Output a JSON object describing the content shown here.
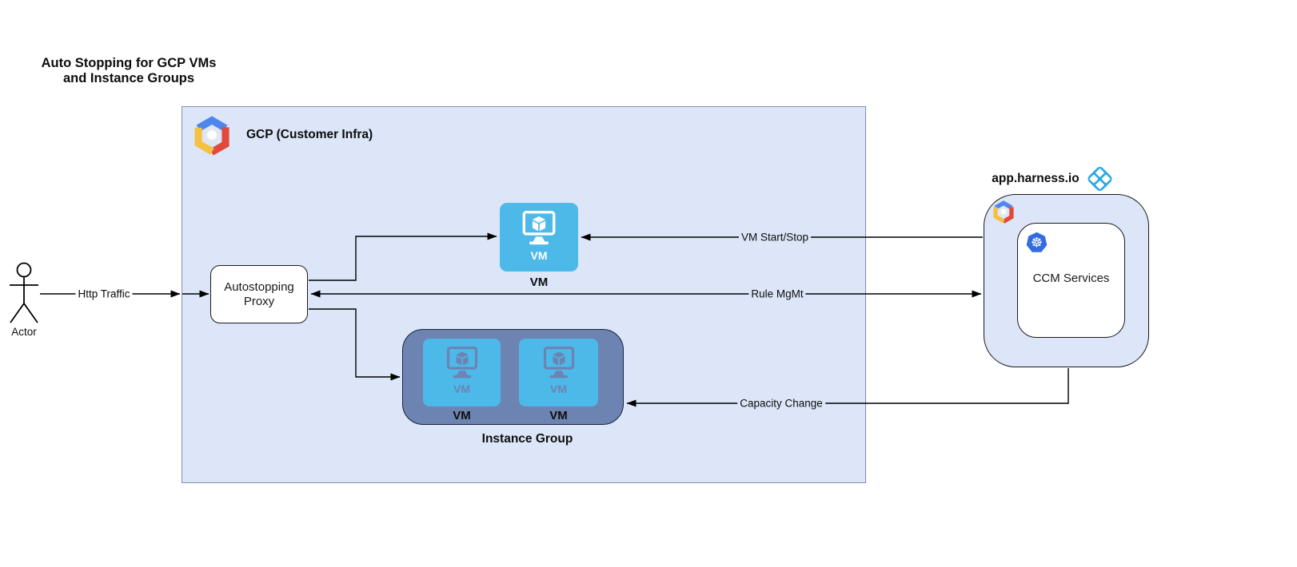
{
  "diagram_title": {
    "line1": "Auto Stopping for GCP VMs",
    "line2": "and Instance Groups"
  },
  "actor": {
    "caption": "Actor"
  },
  "gcp_container": {
    "label": "GCP (Customer Infra)"
  },
  "autostopping_proxy": {
    "line1": "Autostopping",
    "line2": "Proxy"
  },
  "vm_node": {
    "icon_text": "VM",
    "caption": "VM"
  },
  "instance_group": {
    "caption": "Instance Group",
    "members": [
      {
        "icon_text": "VM",
        "caption": "VM"
      },
      {
        "icon_text": "VM",
        "caption": "VM"
      }
    ]
  },
  "harness": {
    "domain_label": "app.harness.io",
    "ccm_label": "CCM Services"
  },
  "edges": {
    "http_traffic": "Http Traffic",
    "vm_start_stop": "VM Start/Stop",
    "rule_mgmt": "Rule MgMt",
    "capacity_change": "Capacity Change"
  },
  "icons": {
    "gcp_logo": "gcp-hexagon-logo",
    "mini_gcp_logo": "gcp-hexagon-logo-small",
    "harness_logo": "harness-x-diamond-logo",
    "kubernetes_icon": "kubernetes-wheel ☸",
    "vm_icon": "monitor-with-cube",
    "actor_icon": "uml-stick-figure"
  },
  "colors": {
    "canvas_bg": "#ffffff",
    "container_fill": "#dce6f8",
    "container_border": "#7e8fb3",
    "node_border": "#1a1a1a",
    "vm_blue": "#4db9e8",
    "instance_group_fill": "#6d83b2",
    "instance_group_border": "#15233c",
    "muted_vm_detail": "#6d83b2",
    "kubernetes_blue": "#326ce5",
    "harness_blue": "#2aaae2",
    "gcp_blue": "#4f86ec",
    "gcp_red": "#e0493c",
    "gcp_yellow": "#f4c242",
    "line_color": "#000000"
  }
}
